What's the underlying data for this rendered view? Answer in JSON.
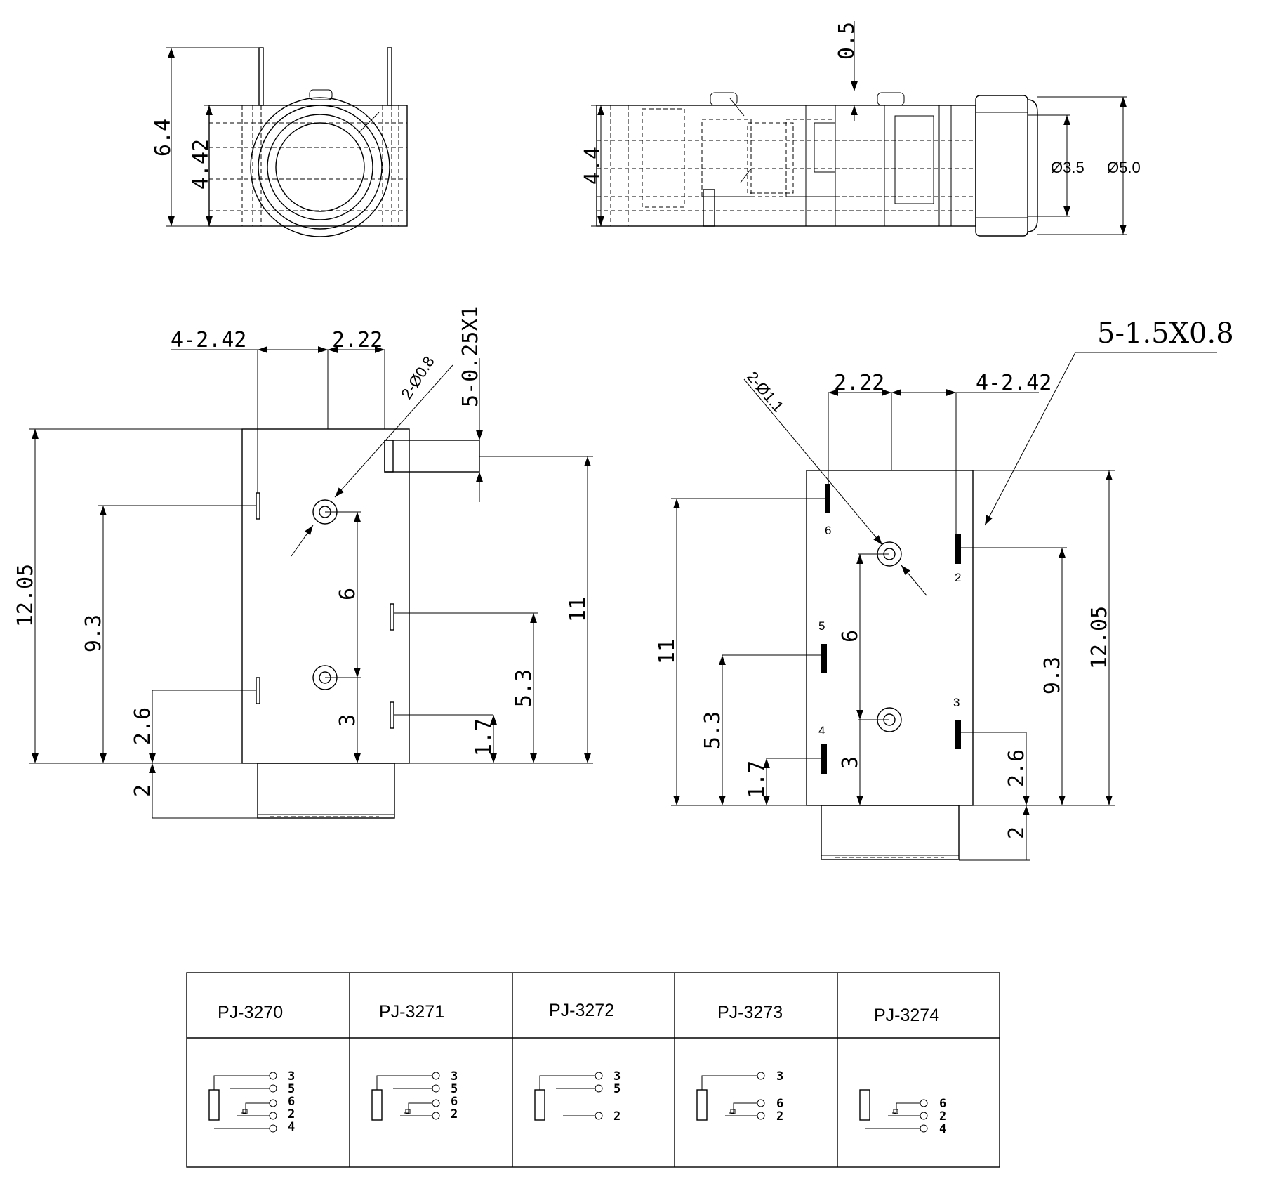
{
  "top_left_view": {
    "dim_height": "6.4",
    "dim_body": "4.42"
  },
  "top_right_view": {
    "dim_top": "0.5",
    "dim_body": "4.4",
    "dia_inner": "Ø3.5",
    "dia_outer": "Ø5.0"
  },
  "bottom_left_view": {
    "pad_pitch": "4-2.42",
    "pad_spacing": "2.22",
    "hole_label": "2-Ø0.8",
    "pin_label": "5-0.25X1",
    "dim_total": "12.05",
    "dim_9_3": "9.3",
    "dim_6": "6",
    "dim_11": "11",
    "dim_5_3": "5.3",
    "dim_2_6": "2.6",
    "dim_3": "3",
    "dim_1_7": "1.7",
    "dim_2": "2"
  },
  "bottom_right_view": {
    "pad_label": "5-1.5X0.8",
    "pad_spacing": "2.22",
    "pad_pitch": "4-2.42",
    "hole_label": "2-Ø1.1",
    "dim_11": "11",
    "dim_6": "6",
    "dim_5_3": "5.3",
    "dim_1_7": "1.7",
    "dim_3": "3",
    "dim_9_3": "9.3",
    "dim_12_05": "12.05",
    "dim_2_6": "2.6",
    "dim_2": "2",
    "pin_numbers": [
      "6",
      "2",
      "5",
      "3",
      "4"
    ]
  },
  "models_table": {
    "headers": [
      "PJ-3270",
      "PJ-3271",
      "PJ-3272",
      "PJ-3273",
      "PJ-3274"
    ],
    "schematics": [
      [
        "3",
        "5",
        "6",
        "2",
        "4"
      ],
      [
        "3",
        "5",
        "6",
        "2"
      ],
      [
        "3",
        "5",
        "2"
      ],
      [
        "3",
        "6",
        "2"
      ],
      [
        "6",
        "2",
        "4"
      ]
    ]
  }
}
